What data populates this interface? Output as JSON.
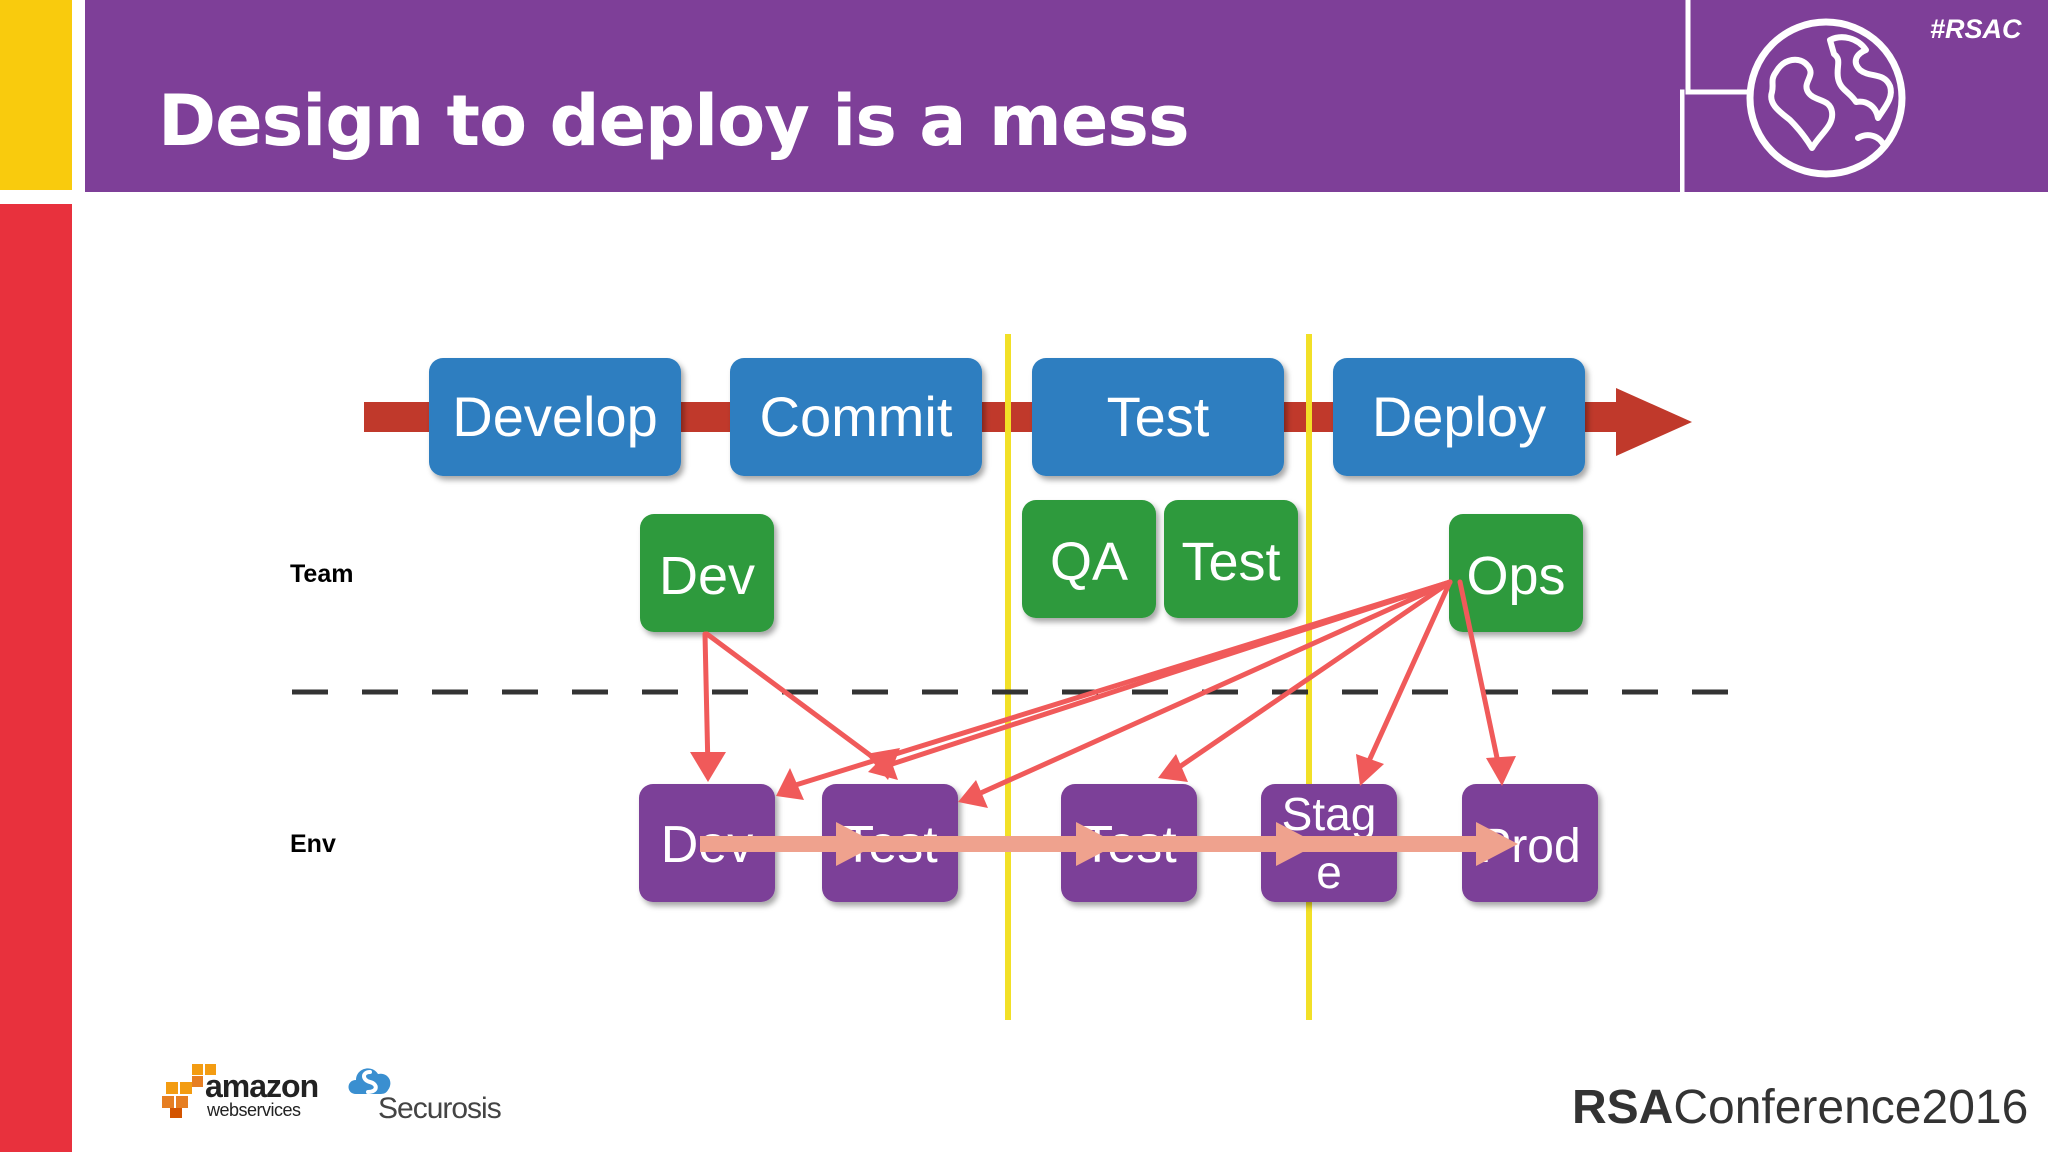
{
  "slide": {
    "title": "Design to deploy is a mess",
    "hashtag": "#RSAC"
  },
  "pipeline": {
    "stages": [
      "Develop",
      "Commit",
      "Test",
      "Deploy"
    ]
  },
  "teams": {
    "row_label": "Team",
    "items": [
      "Dev",
      "QA",
      "Test",
      "Ops"
    ]
  },
  "environments": {
    "row_label": "Env",
    "items": [
      {
        "line1": "Dev",
        "line2": ""
      },
      {
        "line1": "Test",
        "line2": ""
      },
      {
        "line1": "Test",
        "line2": ""
      },
      {
        "line1": "Stag",
        "line2": "e"
      },
      {
        "line1": "Prod",
        "line2": ""
      }
    ]
  },
  "footer": {
    "aws_name": "amazon",
    "aws_sub": "webservices",
    "securosis": "Securosis",
    "rsa_bold": "RSA",
    "rsa_rest": "Conference2016"
  },
  "colors": {
    "header_purple": "#7E3F98",
    "yellow_bar": "#F9CB0D",
    "red_bar": "#E8313D",
    "stage_blue": "#2E7EC0",
    "team_green": "#2E9A3C",
    "env_purple": "#7B3F98",
    "arrow_red": "#C0392B",
    "relation_red": "#F05A5A",
    "flow_salmon": "#EFA28E",
    "divider_yellow": "#F2E027"
  },
  "icons": {
    "globe": "globe-icon"
  }
}
